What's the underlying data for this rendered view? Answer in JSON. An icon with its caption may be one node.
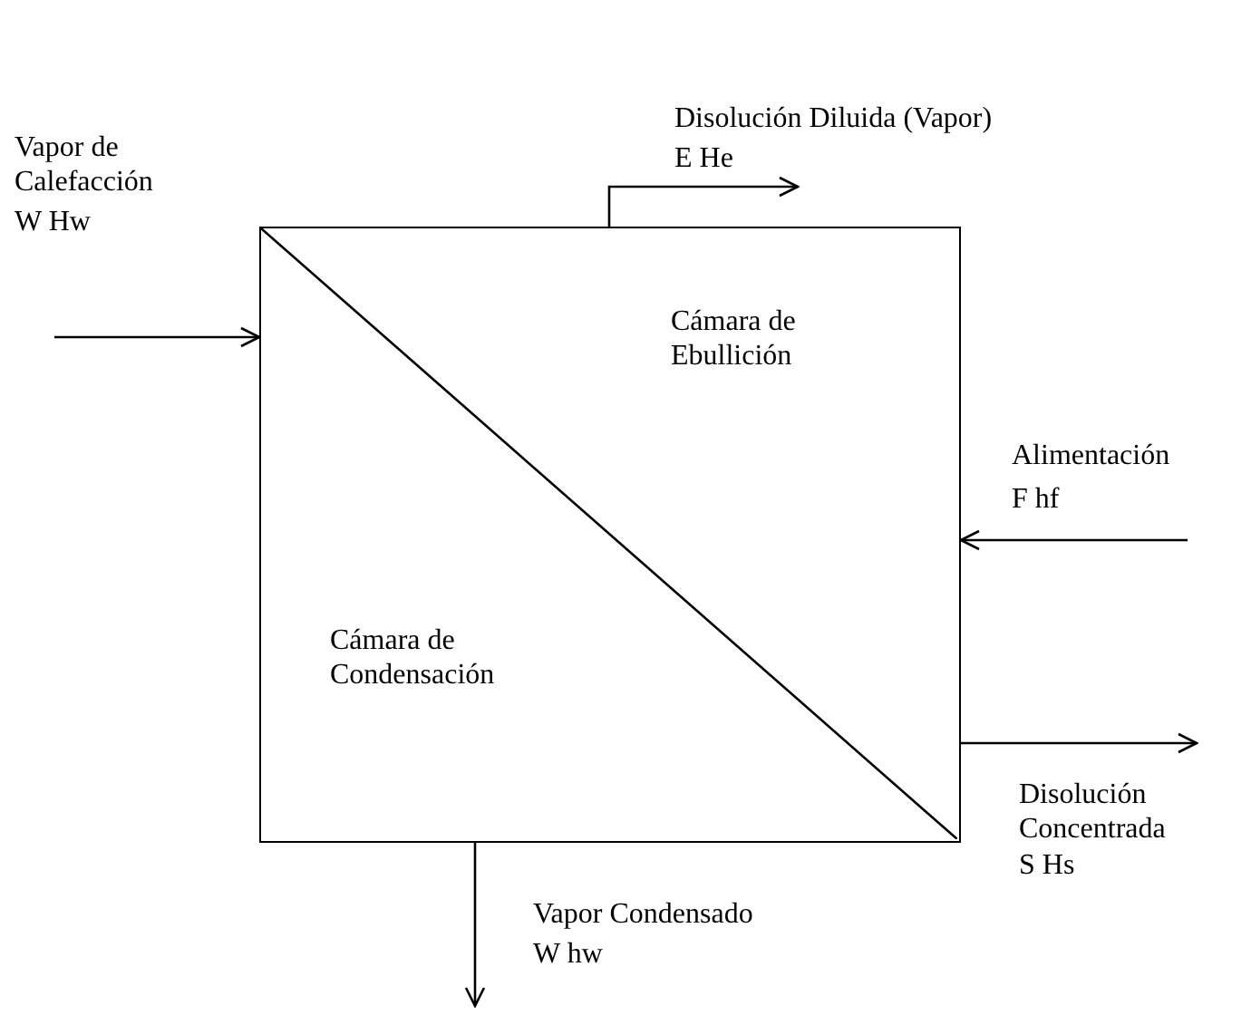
{
  "diagram": {
    "nodes": [
      {
        "text": [
          "Cámara de Ebullición",
          "Cámara de Condensación"
        ]
      },
      {
        "text": [
          "Vapor de Calefacción",
          "W Hw"
        ]
      },
      {
        "text": [
          "Disolución Diluida (Vapor)",
          "E He"
        ]
      },
      {
        "text": [
          "Alimentación",
          "F hf"
        ]
      },
      {
        "text": [
          "Disolución Concentrada",
          "S Hs"
        ]
      },
      {
        "text": [
          "Vapor Condensado",
          "W hw"
        ]
      }
    ],
    "edges": [
      {
        "from": 1,
        "to": 0,
        "arrow": "to"
      },
      {
        "from": 0,
        "to": 2,
        "arrow": "to"
      },
      {
        "from": 3,
        "to": 0,
        "arrow": "to"
      },
      {
        "from": 0,
        "to": 4,
        "arrow": "to"
      },
      {
        "from": 0,
        "to": 5,
        "arrow": "to"
      }
    ]
  }
}
